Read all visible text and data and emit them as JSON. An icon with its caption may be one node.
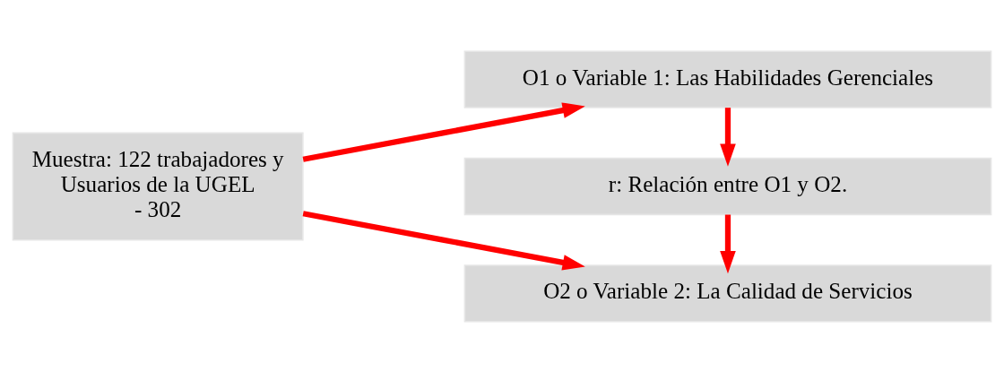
{
  "diagram": {
    "nodes": [
      {
        "text": [
          "Muestra: 122 trabajadores y Usuarios de la UGEL - 302"
        ]
      },
      {
        "text": [
          "O1 o Variable 1: Las Habilidades Gerenciales"
        ]
      },
      {
        "text": [
          "r: Relación entre O1 y O2."
        ]
      },
      {
        "text": [
          "O2 o Variable 2: La Calidad de Servicios"
        ]
      }
    ],
    "edges": [
      {
        "from": 0,
        "to": 1,
        "arrow": "to"
      },
      {
        "from": 0,
        "to": 3,
        "arrow": "to"
      },
      {
        "from": 1,
        "to": 2,
        "arrow": "to"
      },
      {
        "from": 2,
        "to": 3,
        "arrow": "to"
      }
    ]
  }
}
